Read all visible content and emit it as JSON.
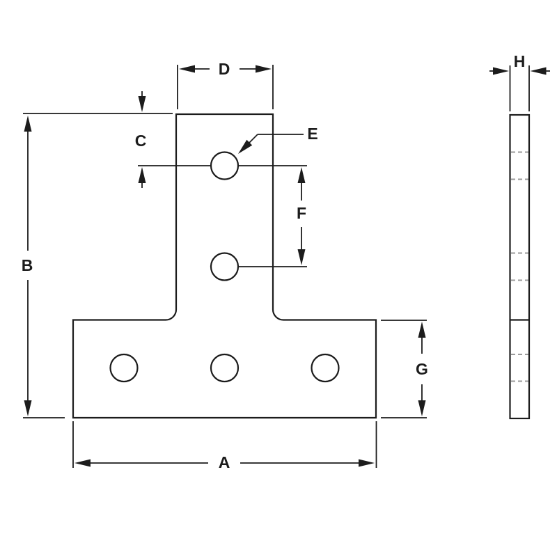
{
  "diagram": {
    "kind": "engineering-dimension-drawing",
    "subject": "t-shaped flat plate with five holes, front view and side thickness view"
  },
  "dimensions": {
    "A": {
      "label": "A",
      "measures": "overall base width"
    },
    "B": {
      "label": "B",
      "measures": "overall height"
    },
    "C": {
      "label": "C",
      "measures": "top edge to first hole centerline"
    },
    "D": {
      "label": "D",
      "measures": "stem width"
    },
    "E": {
      "label": "E",
      "measures": "hole callout leader"
    },
    "F": {
      "label": "F",
      "measures": "stem hole center-to-center spacing"
    },
    "G": {
      "label": "G",
      "measures": "base height"
    },
    "H": {
      "label": "H",
      "measures": "plate thickness"
    }
  },
  "counts": {
    "front_view_holes": 5,
    "stem_holes": 2,
    "base_holes": 3
  },
  "colors": {
    "line": "#1c1c1c",
    "hidden_line": "#9a9a9a",
    "background": "#ffffff"
  }
}
